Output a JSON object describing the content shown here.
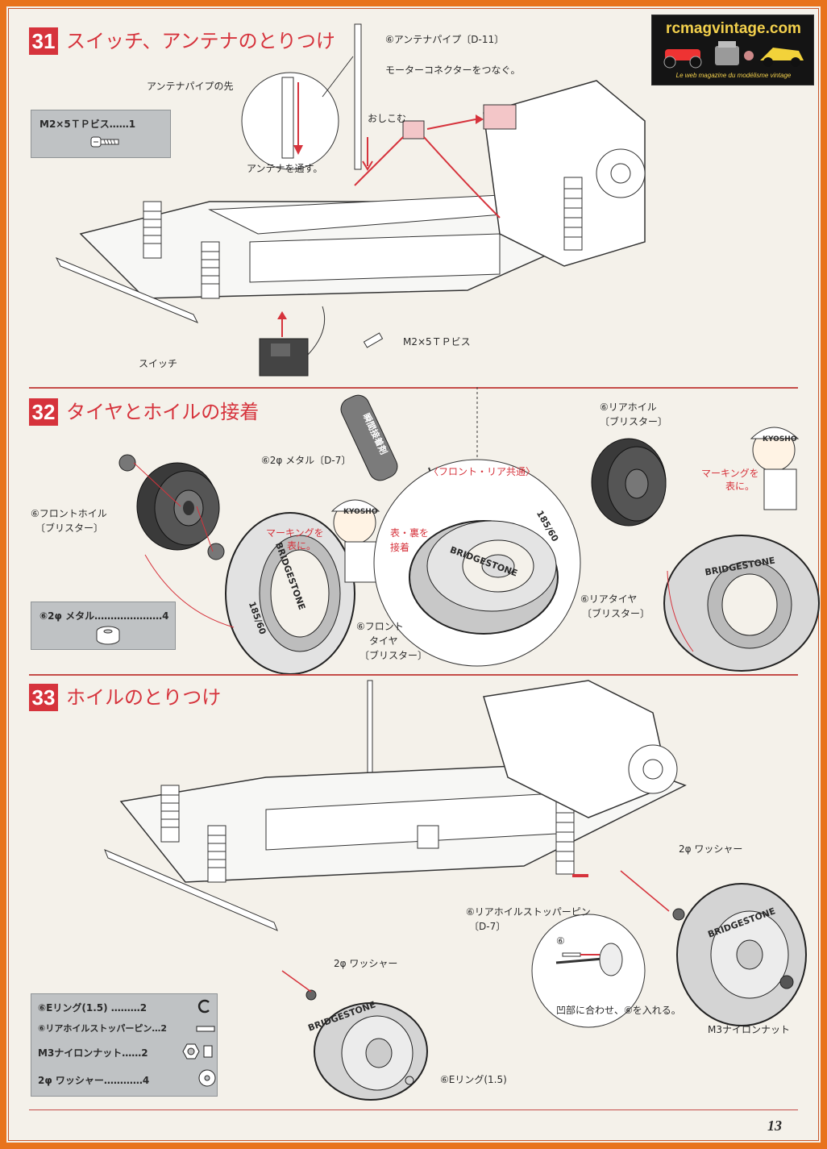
{
  "logo": {
    "title": "rcmagvintage.com",
    "subtitle": "Le web magazine du modélisme vintage"
  },
  "colors": {
    "accent": "#d6333c",
    "frame": "#e8731c",
    "parts_box": "#bfc2c4",
    "paper": "#f4f1ea"
  },
  "sections": [
    {
      "number": "31",
      "title": "スイッチ、アンテナのとりつけ",
      "parts": [
        {
          "name": "M2×5ＴＰビス……1"
        }
      ],
      "callouts": {
        "antenna_pipe": "⑥アンテナパイプ〔D-11〕",
        "motor_connector": "モーターコネクターをつなぐ。",
        "antenna_tip": "アンテナパイプの先",
        "push_in": "おしこむ",
        "thread_antenna": "アンテナを通す。",
        "screw": "M2×5ＴＰビス",
        "switch": "スイッチ"
      }
    },
    {
      "number": "32",
      "title": "タイヤとホイルの接着",
      "parts": [
        {
          "name": "⑥2φ メタル…………………4"
        }
      ],
      "callouts": {
        "metal": "⑥2φ メタル〔D-7〕",
        "front_wheel": "⑥フロントホイル",
        "front_wheel_pkg": "〔ブリスター〕",
        "marking_front": "マーキングを",
        "marking_front_2": "表に。",
        "front_tire": "⑥フロント",
        "front_tire_2": "タイヤ",
        "front_tire_pkg": "〔ブリスター〕",
        "glue": "瞬間接着剤",
        "common": "〈フロント・リア共通〉",
        "both_sides": "表・裏を",
        "both_sides_2": "接着",
        "rear_wheel": "⑥リアホイル",
        "rear_wheel_pkg": "〔ブリスター〕",
        "marking_rear": "マーキングを",
        "marking_rear_2": "表に。",
        "rear_tire": "⑥リアタイヤ",
        "rear_tire_pkg": "〔ブリスター〕",
        "tire_brand": "BRIDGESTONE",
        "tire_size": "185/60",
        "mascot_cap": "KYOSHO"
      }
    },
    {
      "number": "33",
      "title": "ホイルのとりつけ",
      "parts": [
        {
          "name": "⑥Eリング(1.5) ………2"
        },
        {
          "name": "⑥リアホイルストッパーピン…2"
        },
        {
          "name": "M3ナイロンナット……2"
        },
        {
          "name": "2φ ワッシャー…………4"
        }
      ],
      "callouts": {
        "washer_top": "2φ ワッシャー",
        "stopper_pin": "⑥リアホイルストッパーピン",
        "stopper_pin_2": "〔D-7〕",
        "washer_front": "2φ ワッシャー",
        "pin_ref": "⑥",
        "align": "凹部に合わせ、⑥を入れる。",
        "nylon_nut": "M3ナイロンナット",
        "e_ring": "⑥Eリング(1.5)"
      }
    }
  ],
  "page_number": "13"
}
